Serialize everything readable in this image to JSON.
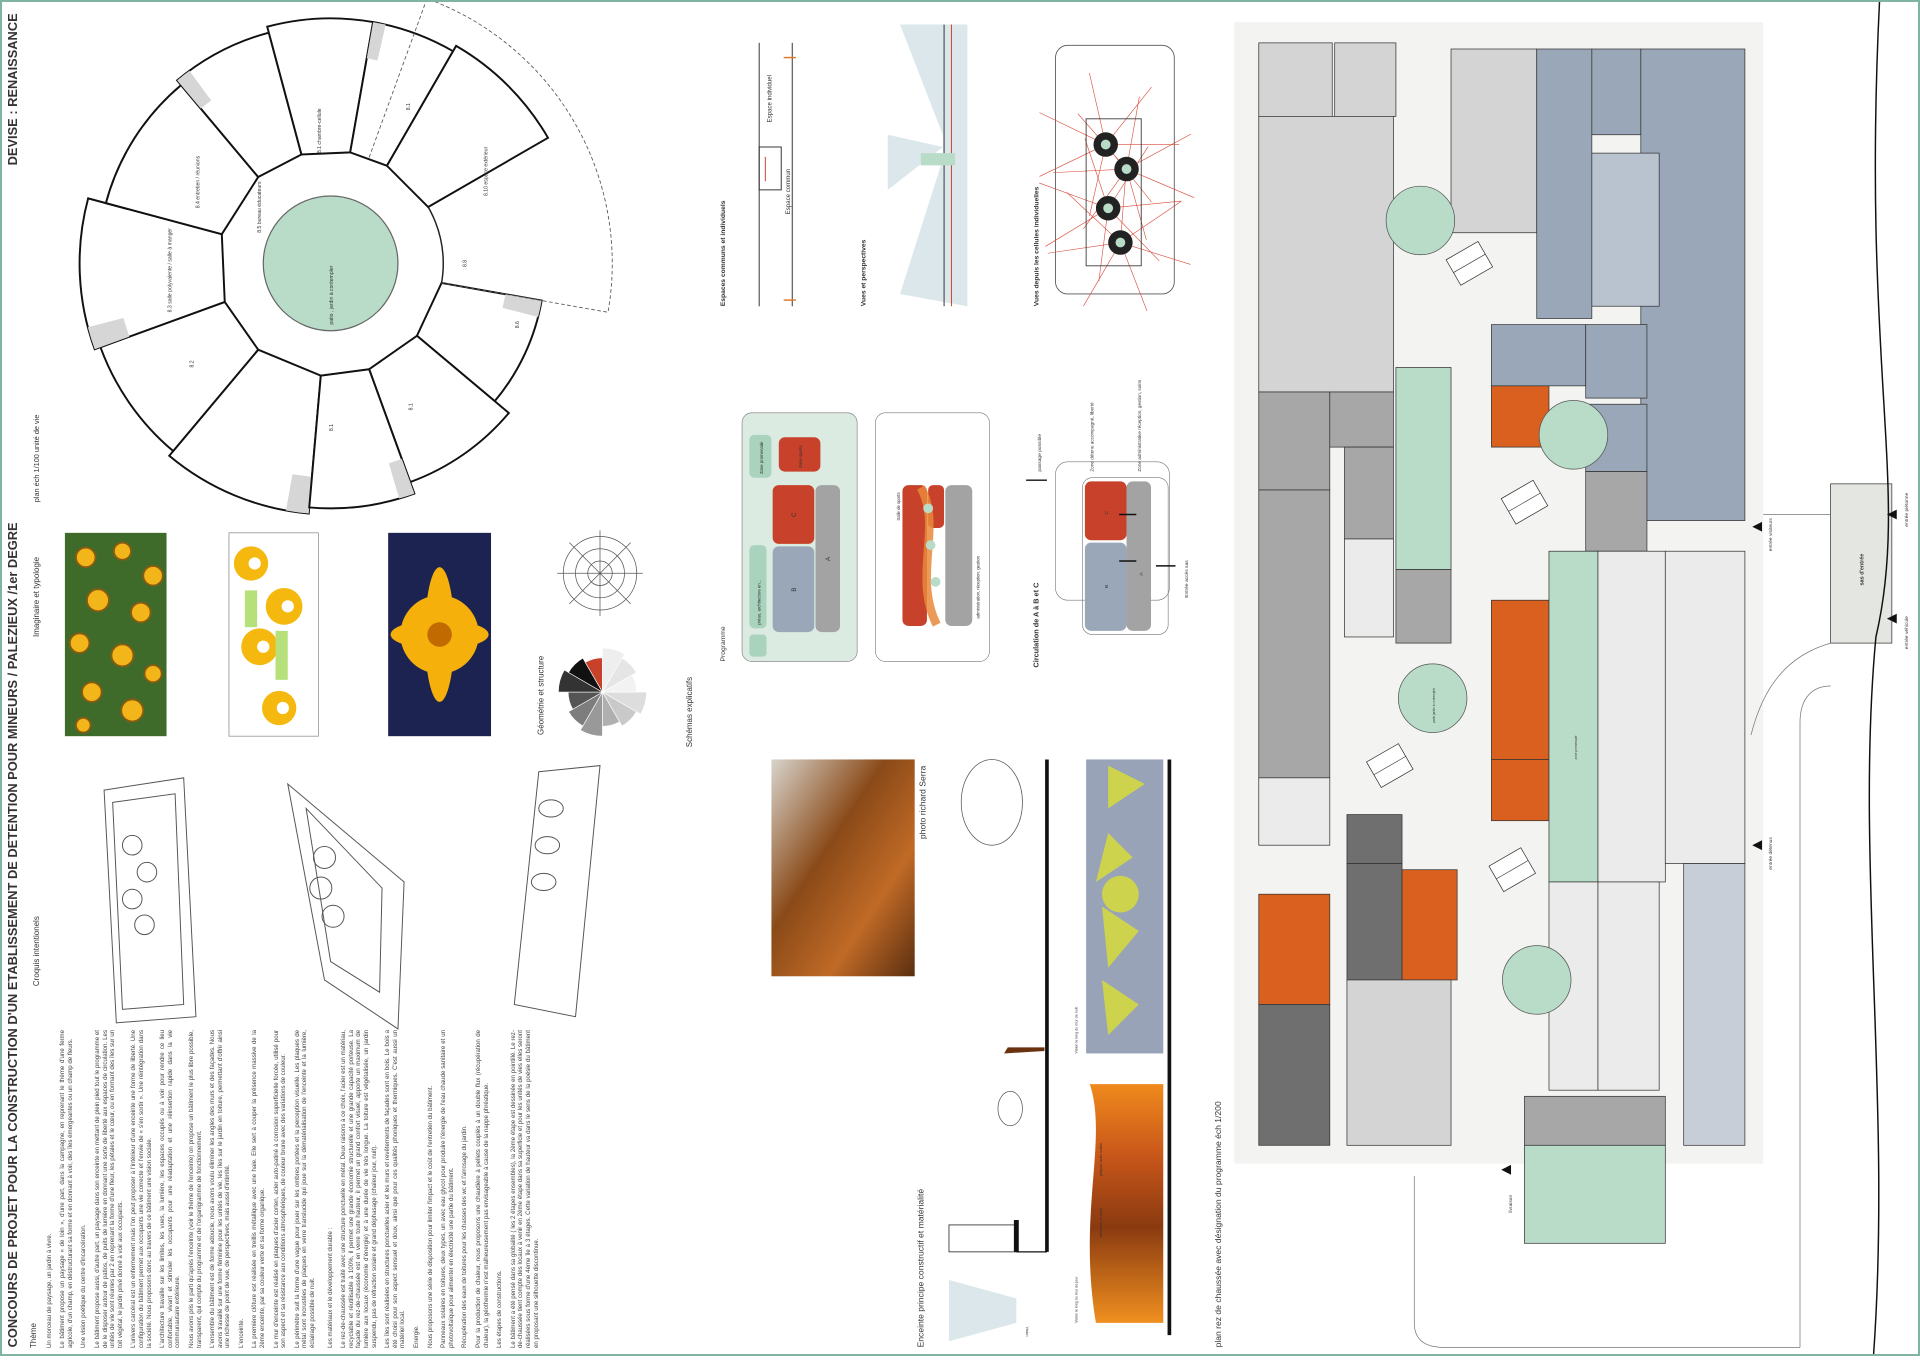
{
  "header": {
    "title": "CONCOURS DE PROJET POUR LA CONSTRUCTION D'UN ETABLISSEMENT DE DETENTION POUR MINEURS / PALEZIEUX /1er DEGRE",
    "devise": "DEVISE : RENAISSANCE"
  },
  "sections": {
    "croquis": "Croquis intentionels",
    "imaginaire": "Imaginaire et typologie",
    "plan_unite": "plan éch 1/100 unité de vie",
    "geometrie": "Géométrie et structure",
    "schemas": "Schémas explicatifs",
    "programme": "Programme",
    "circulation": "Circulation de A à B et C",
    "espaces": "Espaces communs et individuels",
    "vues": "Vues et perspectives",
    "vues_cellules": "Vues depuis les cellules individuelles",
    "enceinte": "Enceinte principe constructif  et matérialité",
    "photo": "photo richard Serra",
    "plan_rdc": "plan rez de chaussée avec désignation du programme éch 1/200"
  },
  "text": {
    "paragraphs": [
      "Thème",
      "Un morceau de paysage, un jardin à vivre.",
      "Le bâtiment propose un paysage « de loin », d'une part, dans la campagne, en reprenant le thème d'une ferme agricole, d'un champ, en déstructurant sa forme et en donnant à voir, des îles émergeantes ou un champ de fleurs.",
      "Une vision poétique du centre d'incarcération.",
      "Le bâtiment propose aussi, d'autre part, un paysage dans son enceinte en mettant de plein pied tout le programme et de le disposer autour de patios, de puits de lumière en donnant une sorte de liberté aux espaces de circulation. Les unités de vie sont réunies par 2 en reprenant la forme d'une fleur, les pétales et le cœur, ou en formant des îles sur un toit végétal, le jardin privé donné à voir aux occupants.",
      "L'univers carcéral est un enfermement mais l'on peut proposer à l'intérieur d'une enceinte une forme de liberté. Une configuration du bâtiment permet aux occupants une vie correcte et l'envie de « s'en sortir ». Une réintégration dans la société. Nous proposons donc au travers de ce bâtiment une vision sociale.",
      "L'architecture travaille sur les limites, les vues, la lumière, les espaces occupés ou à voir pour rendre ce lieu confortable, vivant et stimuler les occupants pour une réadaptation et une réinsertion rapide dans la vie communautaire extérieure.",
      "Nous avons pris le parti qu'après l'enceinte (voir le thème de l'enceinte) on propose un bâtiment le plus libre possible, transparent, qui compte du programme et de l'organigramme de fonctionnement.",
      "L'ensemble du bâtiment est de forme adoucie, nous avons voulu éliminer les angles des murs et des façades. Nous avons travaillé sur une forme féminine pour les unités de vie, les îles sur le jardin en toiture, permettant d'offrir ainsi une richesse de point de vue, de perspectives, mais aussi d'intimité.",
      "L'enceinte.",
      "La première clôture est réalisée en treillis métallique avec une haie. Elle sert à couper la présence massive de la 2ème enceinte, par sa couleur verte et sa forme organique.",
      "Le mur d'enceinte est réalisé en plaques d'acier corten, acier auto-patiné à corrosion superficielle forcée, utilisé pour son aspect et sa résistance aux conditions atmosphériques, de couleur brune avec des variations de couleur.",
      "Le périmètre suit la forme d'une vague pour jouer sur les ombres portées et la perception visuelle. Les plaques de métal sont incrustées de plaques en verre translucide qui joue sur la dématérialisation de l'enceinte et la lumière, éclairage possible de nuit.",
      "Les matériaux et le développement durable :",
      "Le rez-de-chaussée est traité avec une structure ponctuelle en métal. Deux raisons à ce choix, l'acier est un matériau, recyclable et réutilisable à 100%, il permet une grande économie structurelle et une grande capacité porteuse. La façade du rez-de-chaussée est en verre toute hauteur, il permet un grand confort visuel, apporte un maximum de lumière aux locaux (économie d'énergie) et à une durée de vie très longue. La toiture est végétalisée, un jardin suspendu, pas de réfraction solaire et grand déphasage (chaleur jour, nuit).",
      "Les îles sont réalisées en structures ponctuelles acier et les murs et revêtements de façades sont en bois. Le bois a été choisi pour son aspect sensuel et doux, ainsi que pour ces qualités phoniques et thermiques. C'est aussi un matériel local.",
      "Energie.",
      "Nous proposons une série de disposition pour limiter l'impact et le coût de l'entretien du bâtiment.",
      "Panneaux solaires en toitures, deux types, un avec eau glycol pour produire l'énergie de l'eau chaude sanitaire et un photovoltaïque pour alimenter en électricité une partie du bâtiment.",
      "Récupération des eaux de toitures pour les chasses des wc et l'arrosage du jardin.",
      "Pour la production de chaleur, nous proposons une chaudière à pellets couplés à un double flux (récupération de chaleur), la géothermie n'est malheureusement pas envisageable à cause de la nappe phréatique.",
      "Les étapes de constructions.",
      "Le bâtiment a été pensé dans sa globalité ( les 2 étapes ensembles), la 2ème étape est dessinée en pointillé. Le rez-de-chaussée tient compte des locaux à venir en 2ème étape dans sa superficie et pour les unités de vies elles seront réalisées sous forme d'une 4ème île à 3 étages. Cette variation de hauteur va dans le sens de la poésie du bâtiment en proposant une silhouette discontinue."
    ]
  },
  "unit_plan": {
    "patio": "patio , jardin à contempler",
    "salle": "8.3 salle polyvalente / salle à manger",
    "entretien": "8.4 entretien / réunions",
    "bureau": "8.5 bureau éducateurs",
    "chambre": "8.1 chambre-cellule",
    "cell": "8.1",
    "r82": "8.2",
    "r86": "8.6",
    "r88": "8.8",
    "exterieur": "8.10 espace extérieur"
  },
  "diagrams": {
    "espace_individuel": "Espace individuel",
    "espace_commun": "Espace commun",
    "zone_promenade": "Zone promenade",
    "zone_sports": "Zone sports",
    "preau": "préau, architecture en...",
    "salle_sports": "Salle de sports",
    "admin": "administration, réception, gestion",
    "A": "A",
    "B": "B",
    "C": "C",
    "zone_detenu": "Zone détenu accompagné, liberté",
    "zone_admin": "Zone administrative réception, gestion, soins",
    "entree_sas": "Entrée accès sas",
    "passage": "passage possible"
  },
  "enceinte": {
    "nuit": "Vision le long du mur de nuit",
    "jour": "Vision le long du mur de jour",
    "elements_verre": "éléments en verre",
    "plaques_corten": "plaques acier corten",
    "vision": "Vision"
  },
  "site_plan": {
    "sas": "sas d'entrée",
    "entree_visiteurs": "entrée visiteurs",
    "entree_pietonne": "entrée piétonne",
    "entree_vehicule": "entrée véhicule",
    "entree_detenus": "entrée détenus",
    "livraison": "livraison",
    "patio": "patio jardin à contempler",
    "promenade": "zone promenade"
  },
  "colors": {
    "frame": "#7fb3a3",
    "green": "#b9dcc9",
    "orange": "#d9601e",
    "red": "#c8412a",
    "slate": "#9aa7b8",
    "grey": "#a7a7a7",
    "dark_grey": "#6f6f6f"
  }
}
